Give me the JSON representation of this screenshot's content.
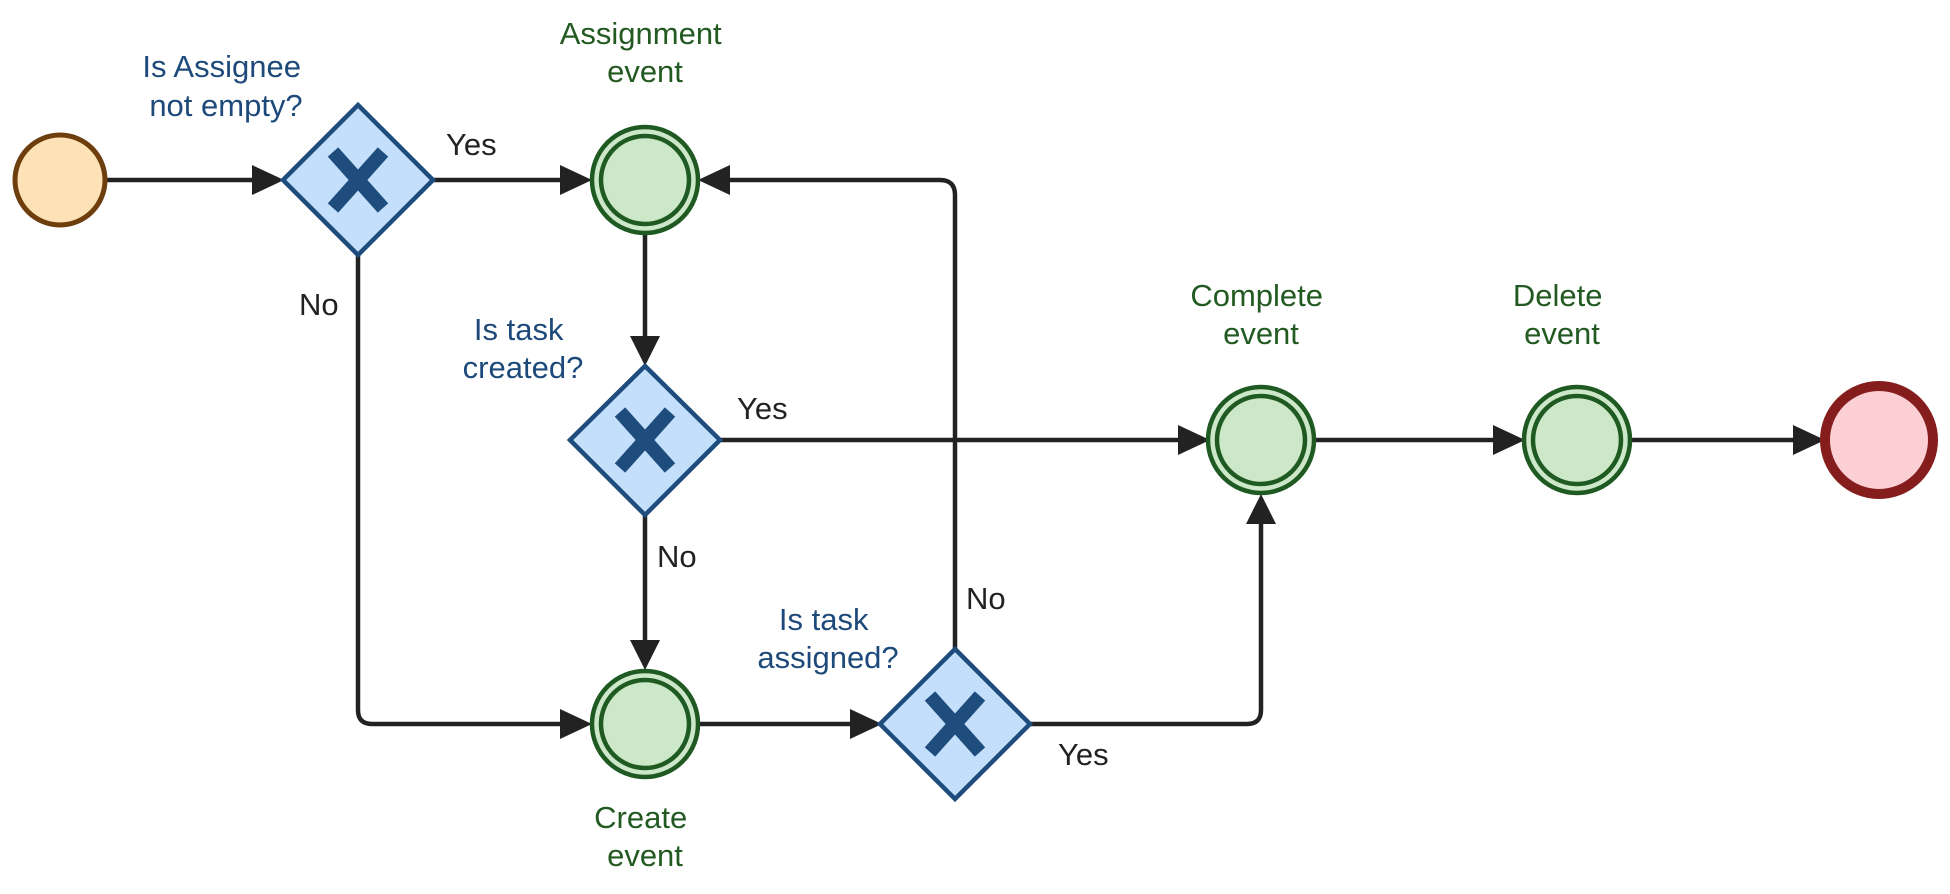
{
  "diagram": {
    "type": "bpmn-process",
    "colors": {
      "start_fill": "#fde2b6",
      "start_stroke": "#6e3f0c",
      "end_fill": "#fccfd5",
      "end_stroke": "#851d1d",
      "event_fill": "#cde8c8",
      "event_stroke": "#1f5a23",
      "gateway_fill": "#c4dffb",
      "gateway_stroke": "#1e4c7c",
      "flow_stroke": "#222222"
    },
    "events": {
      "assignment": {
        "line1": "Assignment",
        "line2": "event"
      },
      "create": {
        "line1": "Create",
        "line2": "event"
      },
      "complete": {
        "line1": "Complete",
        "line2": "event"
      },
      "delete": {
        "line1": "Delete",
        "line2": "event"
      }
    },
    "gateways": {
      "assignee": {
        "line1": "Is Assignee",
        "line2": "not empty?",
        "icon": "exclusive-gateway-x-icon"
      },
      "created": {
        "line1": "Is task",
        "line2": "created?",
        "icon": "exclusive-gateway-x-icon"
      },
      "assigned": {
        "line1": "Is task",
        "line2": "assigned?",
        "icon": "exclusive-gateway-x-icon"
      }
    },
    "flow_labels": {
      "assignee_yes": "Yes",
      "assignee_no": "No",
      "created_yes": "Yes",
      "created_no": "No",
      "assigned_no": "No",
      "assigned_yes": "Yes"
    }
  }
}
